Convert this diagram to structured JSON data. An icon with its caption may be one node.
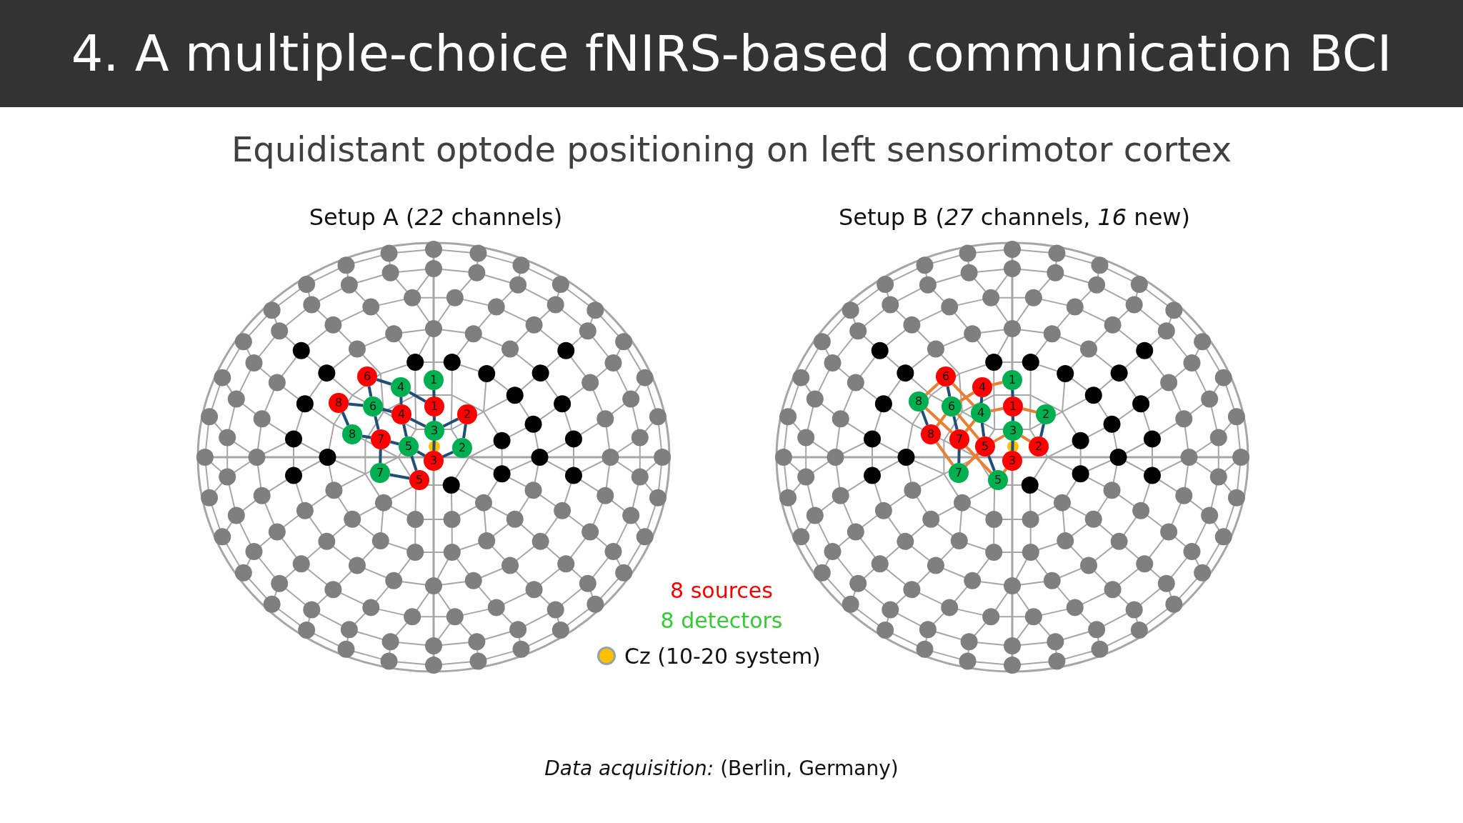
{
  "diagram": {
    "title": "4. A multiple-choice fNIRS-based communication BCI",
    "nodes": [
      {
        "text": [
          "Setup A (*22* channels)"
        ]
      },
      {
        "text": [
          "6"
        ],
        "in": 0
      },
      {
        "text": [
          "4"
        ],
        "in": 0
      },
      {
        "text": [
          "1"
        ],
        "in": 0
      },
      {
        "text": [
          "8"
        ],
        "in": 0
      },
      {
        "text": [
          "6"
        ],
        "in": 0
      },
      {
        "text": [
          "4"
        ],
        "in": 0
      },
      {
        "text": [
          "1"
        ],
        "in": 0
      },
      {
        "text": [
          "2"
        ],
        "in": 0
      },
      {
        "text": [
          "8"
        ],
        "in": 0
      },
      {
        "text": [
          "7"
        ],
        "in": 0
      },
      {
        "text": [
          "3"
        ],
        "in": 0
      },
      {
        "text": [
          "5"
        ],
        "in": 0
      },
      {
        "text": [
          "2"
        ],
        "in": 0
      },
      {
        "text": [
          "3"
        ],
        "in": 0
      },
      {
        "text": [
          "7"
        ],
        "in": 0
      },
      {
        "text": [
          "5"
        ],
        "in": 0
      },
      {
        "text": [
          "Setup B (*27* channels, *16* new)"
        ]
      },
      {
        "text": [
          "6"
        ],
        "in": 17
      },
      {
        "text": [
          "4"
        ],
        "in": 17
      },
      {
        "text": [
          "1"
        ],
        "in": 17
      },
      {
        "text": [
          "8"
        ],
        "in": 17
      },
      {
        "text": [
          "6"
        ],
        "in": 17
      },
      {
        "text": [
          "4"
        ],
        "in": 17
      },
      {
        "text": [
          "1"
        ],
        "in": 17
      },
      {
        "text": [
          "2"
        ],
        "in": 17
      },
      {
        "text": [
          "8"
        ],
        "in": 17
      },
      {
        "text": [
          "7"
        ],
        "in": 17
      },
      {
        "text": [
          "3"
        ],
        "in": 17
      },
      {
        "text": [
          "5"
        ],
        "in": 17
      },
      {
        "text": [
          "2"
        ],
        "in": 17
      },
      {
        "text": [
          "3"
        ],
        "in": 17
      },
      {
        "text": [
          "7"
        ],
        "in": 17
      },
      {
        "text": [
          "5"
        ],
        "in": 17
      }
    ],
    "edges": [
      {
        "from": 1,
        "to": 2,
        "arrow": "none"
      },
      {
        "from": 1,
        "to": 5,
        "arrow": "none"
      },
      {
        "from": 2,
        "to": 6,
        "arrow": "none"
      },
      {
        "from": 2,
        "to": 7,
        "arrow": "none"
      },
      {
        "from": 3,
        "to": 7,
        "arrow": "none"
      },
      {
        "from": 4,
        "to": 5,
        "arrow": "none"
      },
      {
        "from": 4,
        "to": 9,
        "arrow": "none"
      },
      {
        "from": 5,
        "to": 6,
        "arrow": "none"
      },
      {
        "from": 5,
        "to": 10,
        "arrow": "none"
      },
      {
        "from": 9,
        "to": 10,
        "arrow": "none"
      },
      {
        "from": 6,
        "to": 11,
        "arrow": "none"
      },
      {
        "from": 6,
        "to": 12,
        "arrow": "none"
      },
      {
        "from": 7,
        "to": 11,
        "arrow": "none"
      },
      {
        "from": 8,
        "to": 11,
        "arrow": "none"
      },
      {
        "from": 8,
        "to": 13,
        "arrow": "none"
      },
      {
        "from": 10,
        "to": 12,
        "arrow": "none"
      },
      {
        "from": 10,
        "to": 15,
        "arrow": "none"
      },
      {
        "from": 12,
        "to": 14,
        "arrow": "none"
      },
      {
        "from": 13,
        "to": 14,
        "arrow": "none"
      },
      {
        "from": 15,
        "to": 16,
        "arrow": "none"
      },
      {
        "from": 12,
        "to": 16,
        "arrow": "none"
      },
      {
        "from": 11,
        "to": 14,
        "arrow": "none"
      },
      {
        "from": 18,
        "to": 22,
        "arrow": "none"
      },
      {
        "from": 19,
        "to": 23,
        "arrow": "none"
      },
      {
        "from": 20,
        "to": 24,
        "arrow": "none"
      },
      {
        "from": 24,
        "to": 28,
        "arrow": "none"
      },
      {
        "from": 21,
        "to": 26,
        "arrow": "none"
      },
      {
        "from": 22,
        "to": 27,
        "arrow": "none"
      },
      {
        "from": 23,
        "to": 29,
        "arrow": "none"
      },
      {
        "from": 25,
        "to": 30,
        "arrow": "none"
      },
      {
        "from": 27,
        "to": 32,
        "arrow": "none"
      },
      {
        "from": 29,
        "to": 33,
        "arrow": "none"
      },
      {
        "from": 28,
        "to": 31,
        "arrow": "none"
      },
      {
        "from": 18,
        "to": 21,
        "arrow": "none",
        "color": "#ed7d31"
      },
      {
        "from": 18,
        "to": 23,
        "arrow": "none",
        "color": "#ed7d31"
      },
      {
        "from": 19,
        "to": 20,
        "arrow": "none",
        "color": "#ed7d31"
      },
      {
        "from": 21,
        "to": 27,
        "arrow": "none",
        "color": "#ed7d31"
      },
      {
        "from": 27,
        "to": 33,
        "arrow": "none",
        "color": "#ed7d31"
      },
      {
        "from": 22,
        "to": 29,
        "arrow": "none",
        "color": "#ed7d31"
      },
      {
        "from": 26,
        "to": 32,
        "arrow": "none",
        "color": "#ed7d31"
      },
      {
        "from": 26,
        "to": 22,
        "arrow": "none",
        "color": "#ed7d31"
      },
      {
        "from": 22,
        "to": 19,
        "arrow": "none",
        "color": "#ed7d31"
      },
      {
        "from": 27,
        "to": 23,
        "arrow": "none",
        "color": "#ed7d31"
      },
      {
        "from": 32,
        "to": 29,
        "arrow": "none",
        "color": "#ed7d31"
      },
      {
        "from": 23,
        "to": 24,
        "arrow": "none",
        "color": "#ed7d31"
      },
      {
        "from": 24,
        "to": 25,
        "arrow": "none",
        "color": "#ed7d31"
      },
      {
        "from": 28,
        "to": 29,
        "arrow": "none",
        "color": "#ed7d31"
      },
      {
        "from": 28,
        "to": 30,
        "arrow": "none",
        "color": "#ed7d31"
      },
      {
        "from": 33,
        "to": 31,
        "arrow": "none",
        "color": "#ed7d31"
      }
    ],
    "labels": [
      "Equidistant optode positioning on left sensorimotor cortex",
      "8 sources",
      "8 detectors",
      "*Data acquisition:* (Berlin, Germany)"
    ],
    "legend": [
      {
        "text": "Cz (10-20 system)",
        "color": "#ffc000"
      }
    ]
  }
}
